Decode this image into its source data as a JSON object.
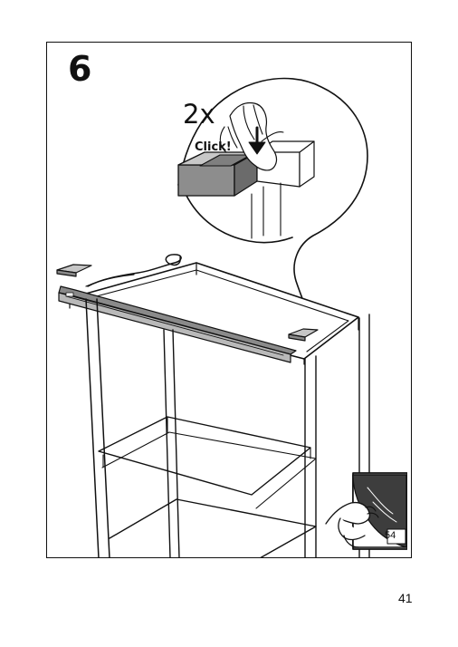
{
  "instruction": {
    "step_number": "6",
    "quantity": "2x",
    "action_label": "Click!",
    "reference_page": "54",
    "page_number": "41"
  },
  "icons": {
    "step_figure": "shelf-top-with-light-bar-illustration",
    "detail": "press-clip-detail-icon",
    "reference": "page-turn-reference-icon"
  },
  "colors": {
    "line": "#111111",
    "metal_gray": "#8a8a8a",
    "light_gray": "#c8c8c8",
    "dark_gray": "#5a5a5a",
    "background": "#ffffff"
  }
}
